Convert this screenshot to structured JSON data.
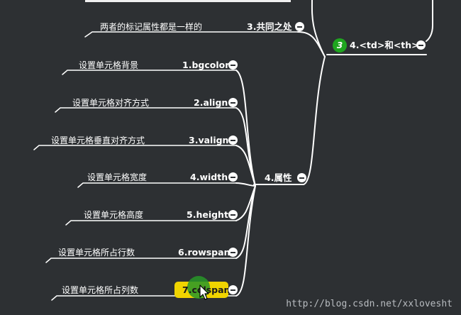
{
  "root": {
    "label": "4.<td>和<th>",
    "badge": "3"
  },
  "common": {
    "label": "3.共同之处",
    "description": "两者的标记属性都是一样的"
  },
  "attributes": {
    "label": "4.属性",
    "items": [
      {
        "label": "1.bgcolor",
        "description": "设置单元格背景"
      },
      {
        "label": "2.align",
        "description": "设置单元格对齐方式"
      },
      {
        "label": "3.valign",
        "description": "设置单元格垂直对齐方式"
      },
      {
        "label": "4.width",
        "description": "设置单元格宽度"
      },
      {
        "label": "5.height",
        "description": "设置单元格高度"
      },
      {
        "label": "6.rowspan",
        "description": "设置单元格所占行数"
      },
      {
        "label": "7.colspan",
        "description": "设置单元格所占列数",
        "selected": true
      }
    ]
  },
  "watermark": "http://blog.csdn.net/xxlovesht",
  "colors": {
    "background": "#2d3033",
    "line": "#ffffff",
    "selected": "#f0d400",
    "badge": "#1fa51f"
  }
}
